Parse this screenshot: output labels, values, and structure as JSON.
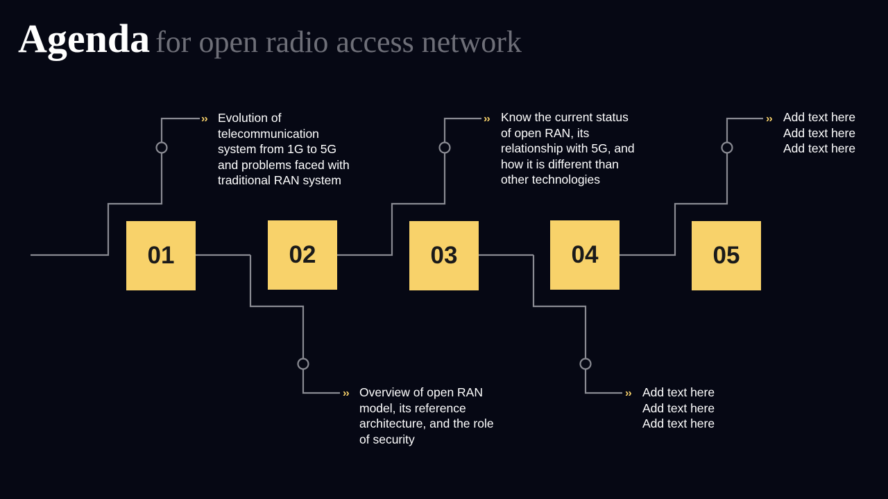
{
  "title": {
    "strong": "Agenda",
    "light": "for open radio access network"
  },
  "colors": {
    "background": "#060814",
    "accent": "#f8d26a",
    "line": "#8a8b93"
  },
  "arrow_glyph": "››",
  "items": [
    {
      "number": "01",
      "lines": [
        "Evolution of",
        "telecommunication",
        "system from 1G to 5G",
        "and problems faced with",
        "traditional RAN system"
      ]
    },
    {
      "number": "02",
      "lines": [
        "Overview of open RAN",
        "model, its reference",
        "architecture, and the role",
        "of security"
      ]
    },
    {
      "number": "03",
      "lines": [
        "Know the current status",
        "of open RAN, its",
        "relationship with 5G, and",
        "how it is different than",
        "other technologies"
      ]
    },
    {
      "number": "04",
      "lines": [
        "Add text here",
        "Add text here",
        "Add text here"
      ]
    },
    {
      "number": "05",
      "lines": [
        "Add text here",
        "Add text here",
        "Add text here"
      ]
    }
  ]
}
